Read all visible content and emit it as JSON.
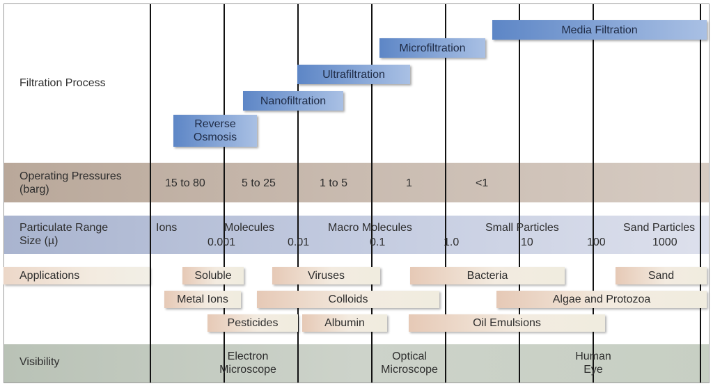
{
  "rows": {
    "filtration_process": "Filtration Process",
    "operating_pressures": "Operating Pressures\n(barg)",
    "particulate_range": "Particulate Range\nSize (µ)",
    "applications": "Applications",
    "visibility": "Visibility"
  },
  "filtration_processes": [
    {
      "name": "Media Filtration"
    },
    {
      "name": "Microfiltration"
    },
    {
      "name": "Ultrafiltration"
    },
    {
      "name": "Nanofiltration"
    },
    {
      "name": "Reverse\nOsmosis"
    }
  ],
  "pressures": [
    "15 to 80",
    "5 to 25",
    "1 to 5",
    "1",
    "<1"
  ],
  "particle_categories": [
    "Ions",
    "Molecules",
    "Macro Molecules",
    "Small Particles",
    "Sand Particles"
  ],
  "size_ticks": [
    "0.001",
    "0.01",
    "0.1",
    "1.0",
    "10",
    "100",
    "1000"
  ],
  "applications": [
    {
      "name": "Soluble"
    },
    {
      "name": "Viruses"
    },
    {
      "name": "Bacteria"
    },
    {
      "name": "Sand"
    },
    {
      "name": "Metal Ions"
    },
    {
      "name": "Colloids"
    },
    {
      "name": "Algae and Protozoa"
    },
    {
      "name": "Pesticides"
    },
    {
      "name": "Albumin"
    },
    {
      "name": "Oil Emulsions"
    }
  ],
  "visibility": [
    "Electron\nMicroscope",
    "Optical\nMicroscope",
    "Human\nEye"
  ],
  "colors": {
    "process_box_start": "#5d86c6",
    "process_box_end": "#a9c0e4",
    "pressure_band": "#c9bbb0",
    "particle_band": "#c3cbe0",
    "visibility_band": "#cdd3ca",
    "application_box": "#e6c9b6"
  }
}
